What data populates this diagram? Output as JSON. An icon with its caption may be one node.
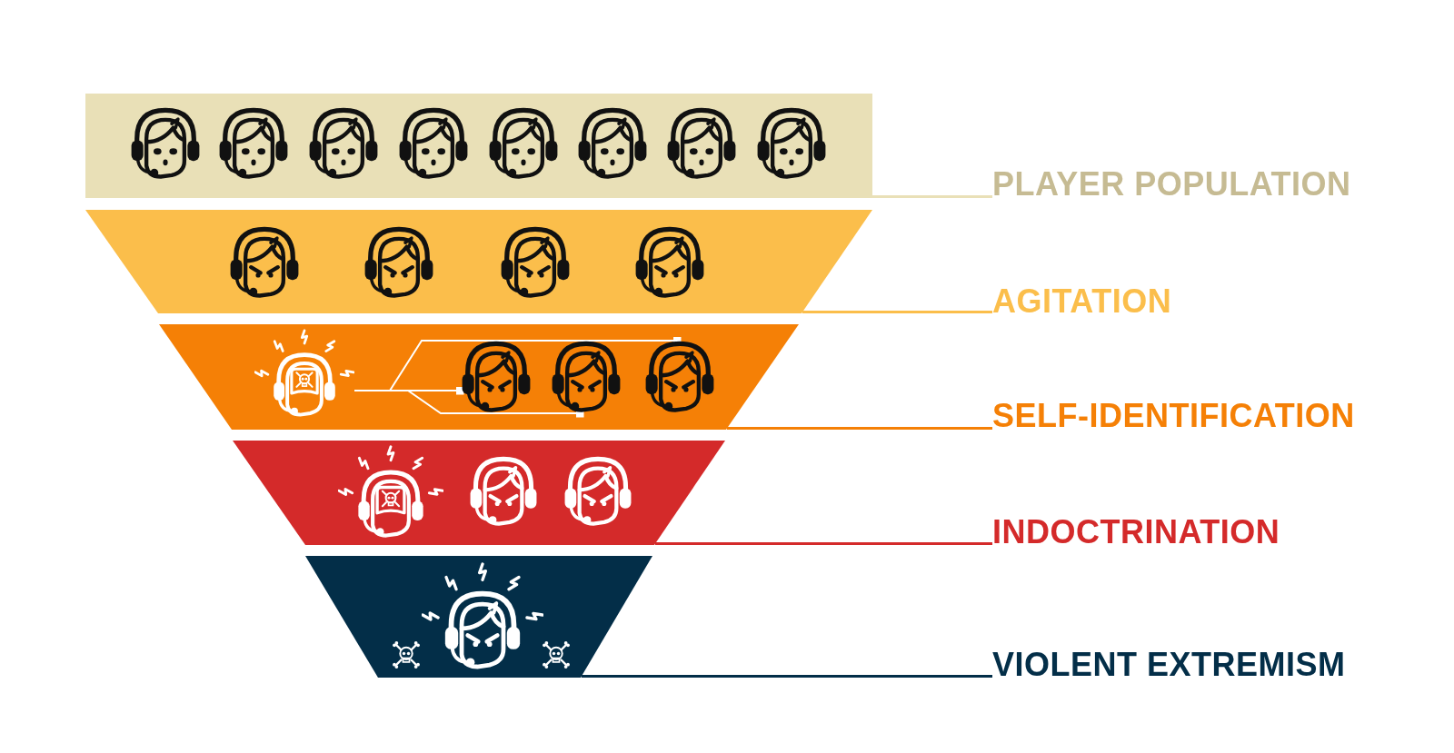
{
  "diagram": {
    "nodes": [
      {
        "text": [],
        "shape": "box"
      },
      {
        "text": [
          "PLAYER POPULATION"
        ]
      },
      {
        "text": [],
        "shape": "trapezoid"
      },
      {
        "text": [
          "AGITATION"
        ]
      },
      {
        "text": [],
        "shape": "trapezoid"
      },
      {
        "text": [],
        "shape": "picture",
        "in": 4
      },
      {
        "text": [],
        "shape": "picture",
        "in": 4
      },
      {
        "text": [],
        "shape": "picture",
        "in": 4
      },
      {
        "text": [],
        "shape": "picture",
        "in": 4
      },
      {
        "text": [
          "SELF-IDENTIFICATION"
        ]
      },
      {
        "text": [],
        "shape": "trapezoid"
      },
      {
        "text": [
          "INDOCTRINATION"
        ]
      },
      {
        "text": [],
        "shape": "trapezoid"
      },
      {
        "text": [
          "VIOLENT EXTREMISM"
        ]
      }
    ],
    "edges": [
      {
        "from": 1,
        "to": 0,
        "arrow": "none",
        "color": "#e9e0b7"
      },
      {
        "from": 3,
        "to": 2,
        "arrow": "none",
        "color": "#fbbe4b"
      },
      {
        "from": 5,
        "to": 6,
        "arrow": "other"
      },
      {
        "from": 5,
        "to": 7,
        "arrow": "other"
      },
      {
        "from": 5,
        "to": 8,
        "arrow": "other"
      },
      {
        "from": 9,
        "to": 4,
        "arrow": "none",
        "color": "#f58006"
      },
      {
        "from": 11,
        "to": 10,
        "arrow": "none",
        "color": "#d42a2a"
      },
      {
        "from": 13,
        "to": 12,
        "arrow": "none",
        "color": "#032e48"
      }
    ]
  }
}
